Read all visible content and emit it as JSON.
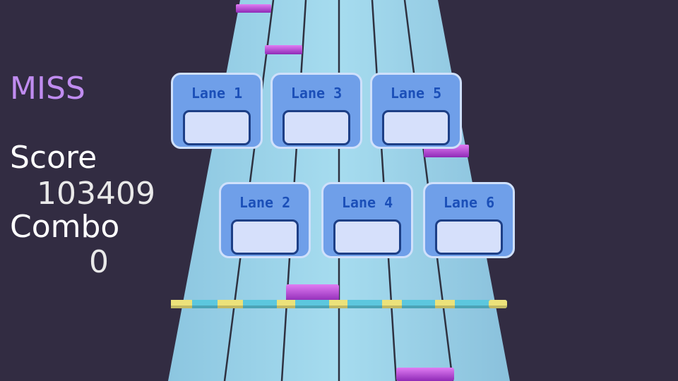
{
  "hud": {
    "judgement": "MISS",
    "score_label": "Score",
    "score": "103409",
    "combo_label": "Combo",
    "combo": "0"
  },
  "lane_buttons": [
    {
      "label": "Lane 1"
    },
    {
      "label": "Lane 2"
    },
    {
      "label": "Lane 3"
    },
    {
      "label": "Lane 4"
    },
    {
      "label": "Lane 5"
    },
    {
      "label": "Lane 6"
    }
  ],
  "colors": {
    "background": "#322c42",
    "track": "#9fd8ec",
    "note": "#c85ee0",
    "judgement_text": "#c08cf0",
    "button_fill": "#6f9fe9",
    "button_label": "#1b4fb8"
  }
}
